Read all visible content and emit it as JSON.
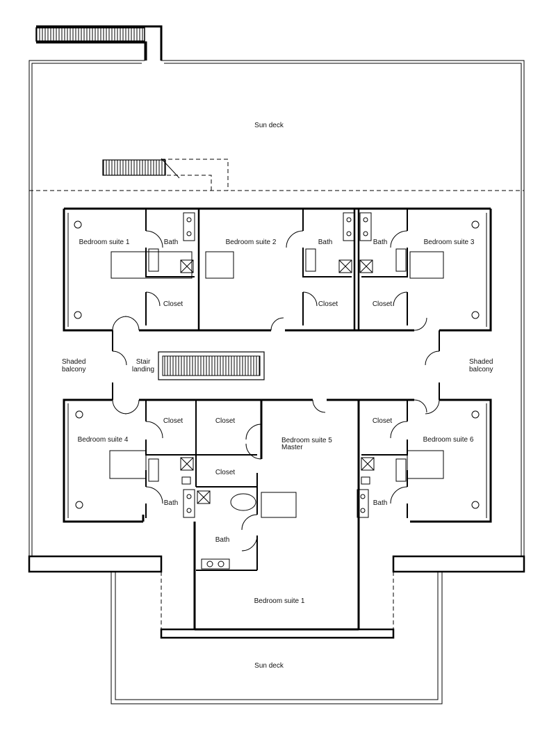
{
  "labels": {
    "sun_deck_top": "Sun deck",
    "bedroom_suite_1": "Bedroom suite 1",
    "bath_suite_1": "Bath",
    "closet_suite_1": "Closet",
    "bedroom_suite_2": "Bedroom suite 2",
    "bath_suite_2": "Bath",
    "closet_suite_2": "Closet",
    "bath_suite_3": "Bath",
    "closet_suite_3": "Closet",
    "bedroom_suite_3": "Bedroom suite 3",
    "shaded_balcony_left_1": "Shaded",
    "shaded_balcony_left_2": "balcony",
    "stair_landing_1": "Stair",
    "stair_landing_2": "landing",
    "shaded_balcony_right_1": "Shaded",
    "shaded_balcony_right_2": "balcony",
    "closet_suite_4": "Closet",
    "closet_mid_1": "Closet",
    "bedroom_suite_4": "Bedroom suite 4",
    "bedroom_suite_5_1": "Bedroom suite 5",
    "bedroom_suite_5_2": "Master",
    "closet_suite_6": "Closet",
    "bedroom_suite_6": "Bedroom suite 6",
    "closet_mid_2": "Closet",
    "bath_suite_4": "Bath",
    "bath_suite_6": "Bath",
    "bath_master": "Bath",
    "bedroom_suite_1_bottom": "Bedroom suite 1",
    "sun_deck_bottom": "Sun deck"
  }
}
